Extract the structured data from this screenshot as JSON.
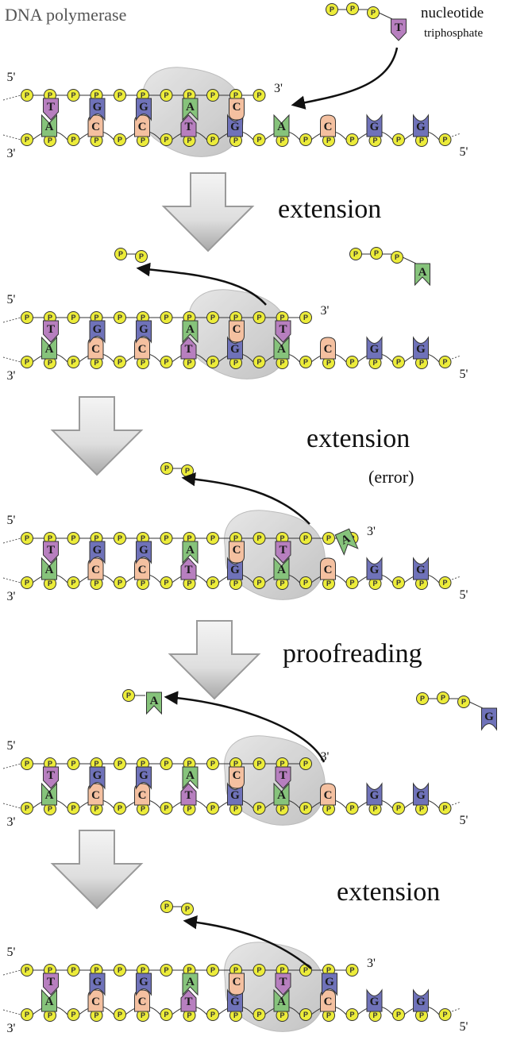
{
  "title": "DNA polymerase",
  "nucleotide_label": [
    "nucleotide",
    "triphosphate"
  ],
  "phosphate_letter": "P",
  "prime_labels": {
    "five": "5'",
    "three": "3'"
  },
  "colors": {
    "T": "#b77fbf",
    "A": "#86c37b",
    "G": "#6f72b9",
    "C": "#f4c0a0",
    "phosphate": "#ecec3a",
    "polymerase": "#c8c8c8"
  },
  "steps": [
    {
      "label": "extension",
      "sublabel": ""
    },
    {
      "label": "extension",
      "sublabel": "(error)"
    },
    {
      "label": "proofreading",
      "sublabel": ""
    },
    {
      "label": "extension",
      "sublabel": ""
    }
  ],
  "template_strand": [
    "A",
    "C",
    "C",
    "T",
    "G",
    "A",
    "C",
    "G",
    "G"
  ],
  "panels": [
    {
      "primer": [
        "T",
        "G",
        "G",
        "A",
        "C"
      ],
      "free_nucleotide": "T",
      "released": ""
    },
    {
      "primer": [
        "T",
        "G",
        "G",
        "A",
        "C",
        "T"
      ],
      "free_nucleotide": "A",
      "released": "PP"
    },
    {
      "primer": [
        "T",
        "G",
        "G",
        "A",
        "C",
        "T",
        "A"
      ],
      "free_nucleotide": "",
      "released": "PP",
      "mismatch": "A"
    },
    {
      "primer": [
        "T",
        "G",
        "G",
        "A",
        "C",
        "T"
      ],
      "free_nucleotide": "G",
      "released": "A"
    },
    {
      "primer": [
        "T",
        "G",
        "G",
        "A",
        "C",
        "T",
        "G"
      ],
      "free_nucleotide": "",
      "released": "PP"
    }
  ]
}
